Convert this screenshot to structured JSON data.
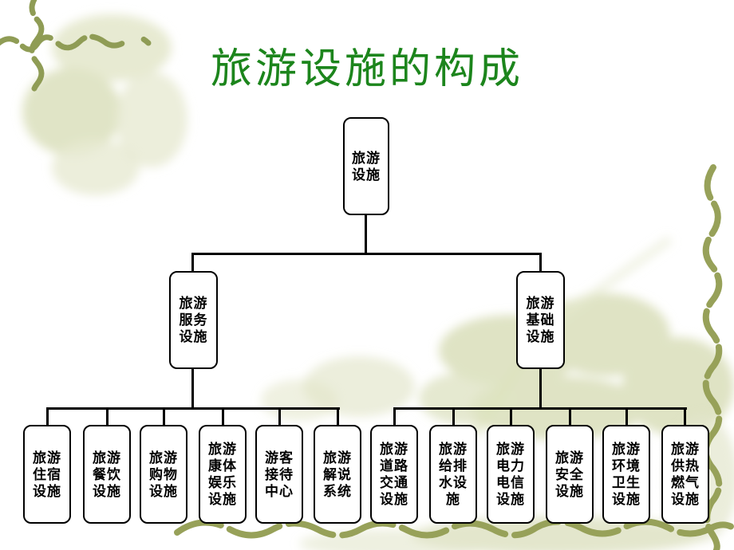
{
  "title": "旅游设施的构成",
  "org_chart": {
    "root": {
      "label": "旅游\n设施"
    },
    "branches": [
      {
        "label": "旅游\n服务\n设施",
        "children": [
          {
            "label": "旅游\n住宿\n设施"
          },
          {
            "label": "旅游\n餐饮\n设施"
          },
          {
            "label": "旅游\n购物\n设施"
          },
          {
            "label": "旅游\n康体\n娱乐\n设施"
          },
          {
            "label": "游客\n接待\n中心"
          },
          {
            "label": "旅游\n解说\n系统"
          }
        ]
      },
      {
        "label": "旅游\n基础\n设施",
        "children": [
          {
            "label": "旅游\n道路\n交通\n设施"
          },
          {
            "label": "旅游\n给排\n水设\n施"
          },
          {
            "label": "旅游\n电力\n电信\n设施"
          },
          {
            "label": "旅游\n安全\n设施"
          },
          {
            "label": "旅游\n环境\n卫生\n设施"
          },
          {
            "label": "旅游\n供热\n燃气\n设施"
          }
        ]
      }
    ]
  },
  "colors": {
    "title_green": "#1c851c",
    "vine_olive": "#8f9c55",
    "leaf_tint": "#dfe3c4",
    "node_border": "#000000",
    "node_fill": "#ffffff",
    "background": "#ffffff",
    "connector": "#000000"
  }
}
